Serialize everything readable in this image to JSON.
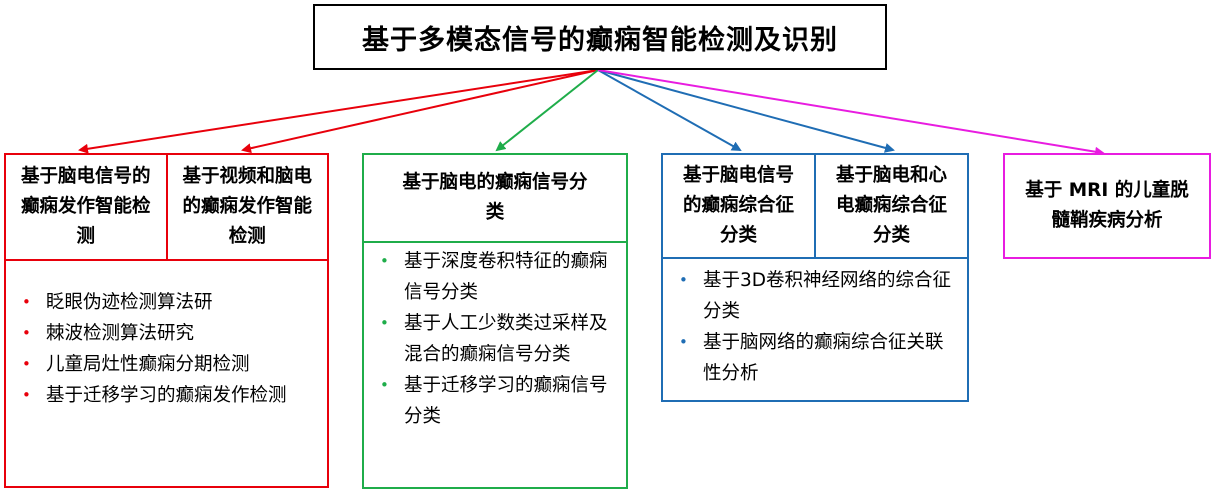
{
  "title": "基于多模态信号的癫痫智能检测及识别",
  "colors": {
    "red": "#e8000b",
    "green": "#1fad4a",
    "blue": "#1f6db4",
    "magenta": "#e81ce0",
    "black": "#000000"
  },
  "groups": {
    "eeg_video": {
      "heads": [
        "基于脑电信号的癫痫发作智能检测",
        "基于视频和脑电的癫痫发作智能检测"
      ],
      "items": [
        "眨眼伪迹检测算法研",
        "棘波检测算法研究",
        "儿童局灶性癫痫分期检测",
        "基于迁移学习的癫痫发作检测"
      ]
    },
    "eeg_classification": {
      "head": "基于脑电的癫痫信号分类",
      "items": [
        "基于深度卷积特征的癫痫信号分类",
        "基于人工少数类过采样及混合的癫痫信号分类",
        "基于迁移学习的癫痫信号分类"
      ]
    },
    "syndrome": {
      "heads": [
        "基于脑电信号的癫痫综合征分类",
        "基于脑电和心电癫痫综合征分类"
      ],
      "items": [
        "基于3D卷积神经网络的综合征分类",
        "基于脑网络的癫痫综合征关联性分析"
      ]
    },
    "mri": {
      "head": "基于 MRI 的儿童脱髓鞘疾病分析"
    }
  }
}
